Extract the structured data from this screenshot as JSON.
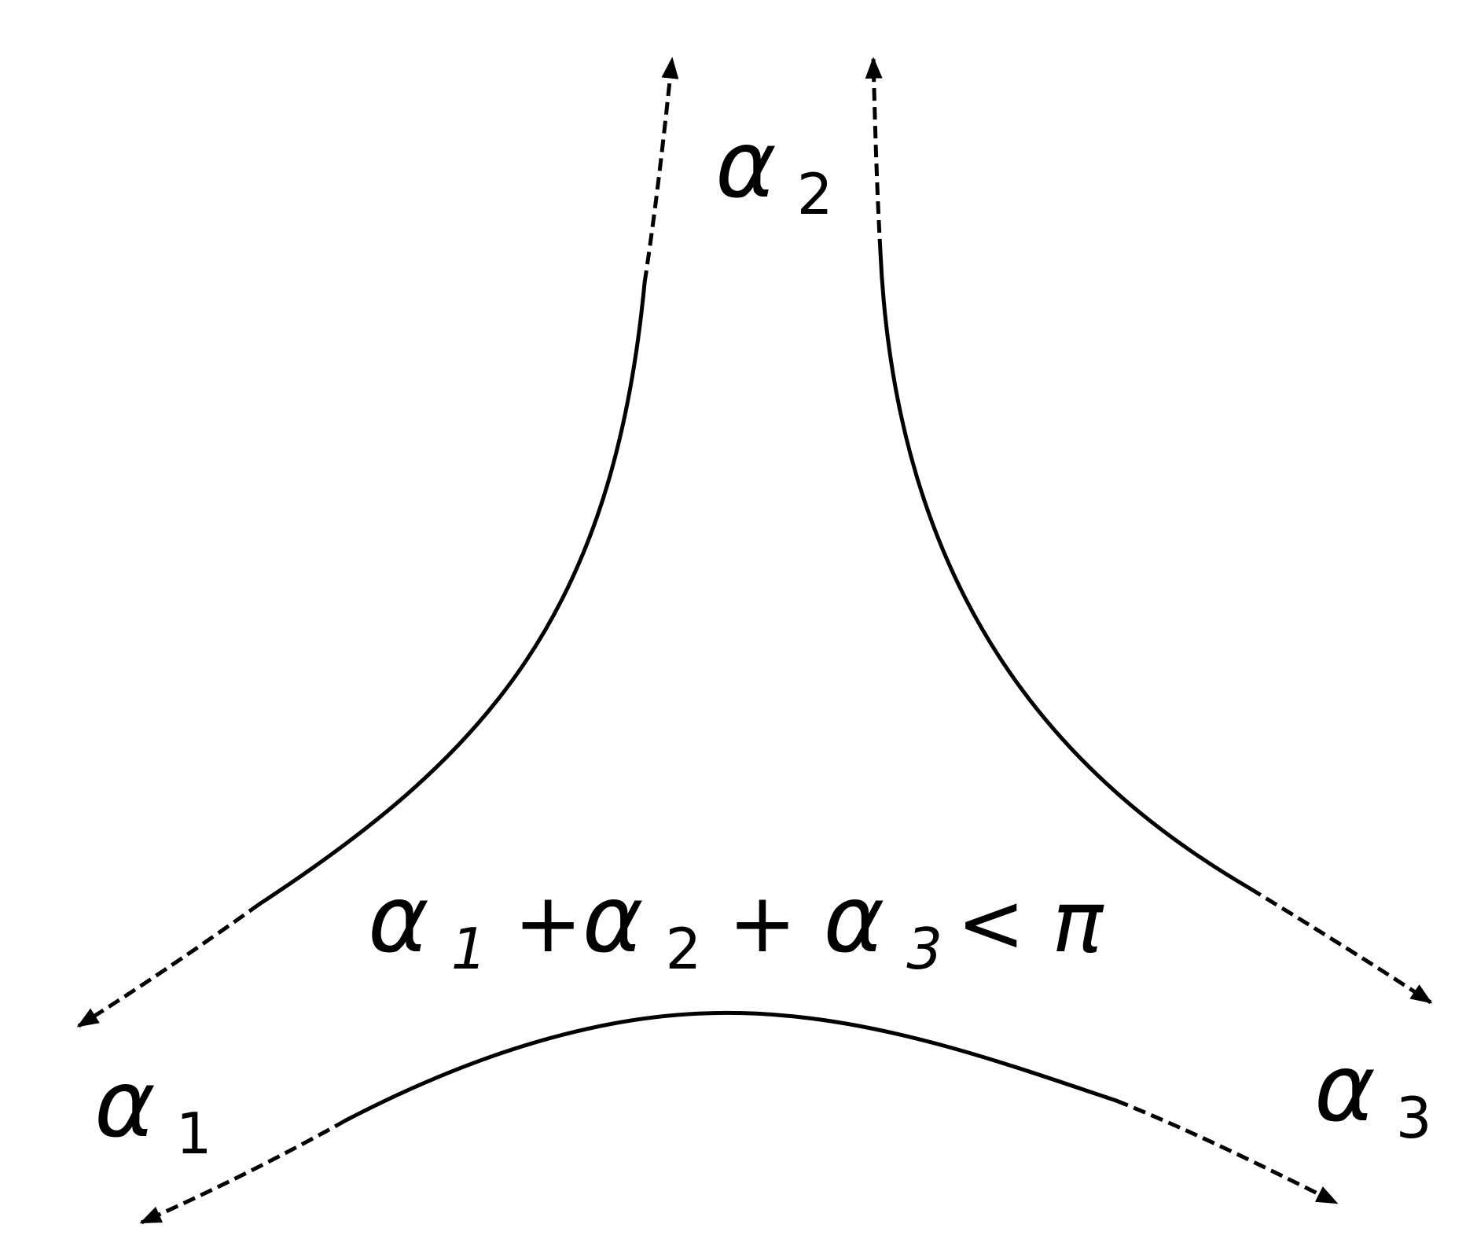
{
  "diagram": {
    "labels": {
      "alpha_2": {
        "symbol": "α",
        "index": "2"
      },
      "alpha_1": {
        "symbol": "α",
        "index": "1"
      },
      "alpha_3": {
        "symbol": "α",
        "index": "3"
      }
    },
    "formula": {
      "t1_symbol": "α",
      "t1_index": "1",
      "plus_1": "+",
      "t2_symbol": "α",
      "t2_index": "2",
      "plus_2": "+",
      "t3_symbol": "α",
      "t3_index": "3",
      "less_than": "<",
      "pi": "π"
    },
    "colors": {
      "stroke": "#000000",
      "background": "#ffffff"
    }
  }
}
